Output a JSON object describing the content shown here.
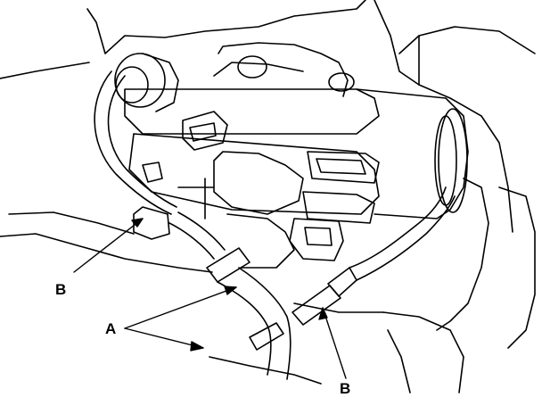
{
  "callouts": {
    "b_left": "B",
    "a": "A",
    "b_right": "B"
  }
}
